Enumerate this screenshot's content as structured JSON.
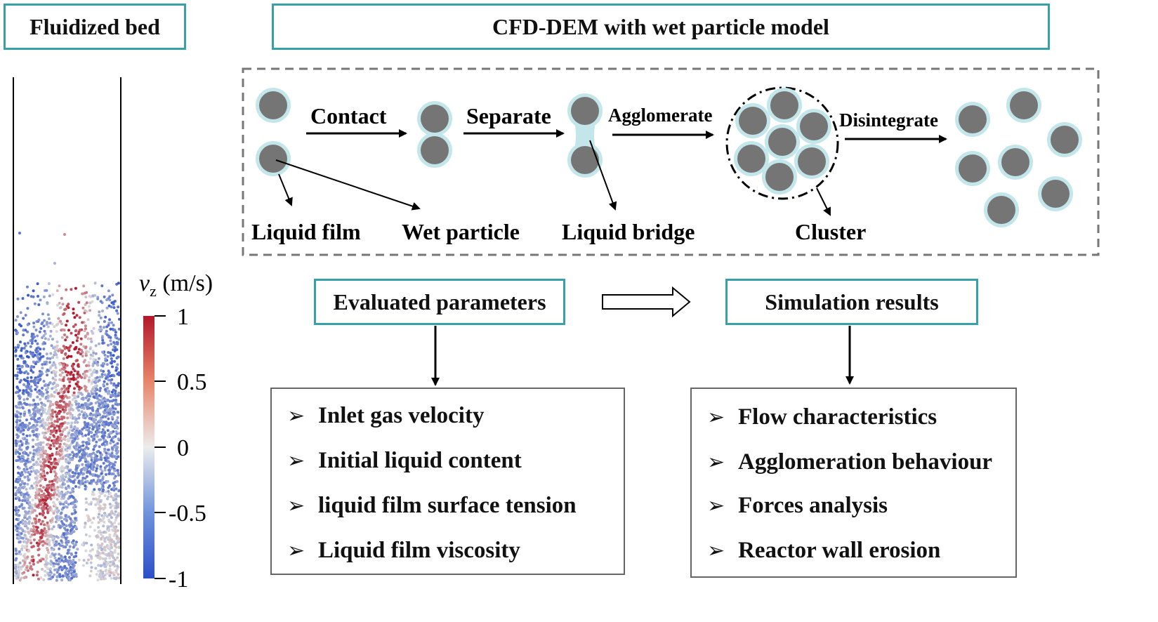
{
  "left_panel": {
    "title": "Fluidized bed",
    "colorbar": {
      "label_symbol": "v",
      "label_subscript": "z",
      "label_unit": " (m/s)",
      "ticks": [
        "1",
        "0.5",
        "0",
        "-0.5",
        "-1"
      ],
      "colors": {
        "high": "#b2182b",
        "mid": "#ececec",
        "low": "#2c4fc8"
      }
    }
  },
  "header": {
    "title": "CFD-DEM with wet particle model"
  },
  "mechanism": {
    "steps": [
      "Contact",
      "Separate",
      "Agglomerate",
      "Disintegrate"
    ],
    "labels": [
      "Liquid film",
      "Wet particle",
      "Liquid bridge",
      "Cluster"
    ],
    "colors": {
      "particle": "#757575",
      "film": "#c3e6ea",
      "box_border": "#777777"
    }
  },
  "evaluated": {
    "title": "Evaluated parameters",
    "items": [
      "Inlet gas velocity",
      "Initial liquid content",
      "liquid film surface tension",
      "Liquid film viscosity"
    ]
  },
  "results": {
    "title": "Simulation results",
    "items": [
      "Flow characteristics",
      "Agglomeration behaviour",
      "Forces analysis",
      "Reactor wall erosion"
    ]
  },
  "bullet_mark": "➢",
  "accent_color": "#3aa0a8"
}
